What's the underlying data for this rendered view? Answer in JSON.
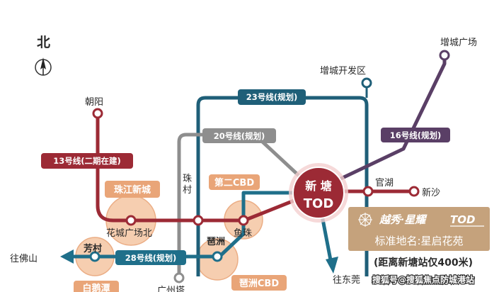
{
  "compass": {
    "label": "北",
    "icon": "north-arrow-icon"
  },
  "lines": {
    "l13": {
      "tag": "13号线(二期在建)",
      "color": "#9c2a35"
    },
    "l23": {
      "tag": "23号线(规划)",
      "color": "#1f5f78"
    },
    "l20": {
      "tag": "20号线(规划)",
      "color": "#8e8e8e"
    },
    "l16": {
      "tag": "16号线(规划)",
      "color": "#5a3f66"
    },
    "l28": {
      "tag": "28号线(规划)",
      "color": "#1f6f8a"
    }
  },
  "stations": {
    "zengcheng_square": "增城广场",
    "zengcheng_dev": "增城开发区",
    "chaoyang": "朝阳",
    "guanhu": "官湖",
    "xinsha": "新沙",
    "zhucun": "珠\n村",
    "yuzhu": "鱼珠",
    "pazhou": "琶洲",
    "fangcun": "芳村",
    "huacheng_square_north": "花城广场北",
    "wang_foshan": "往佛山",
    "wang_dongguan": "往东莞",
    "guangzhou_tower": "广州塔",
    "xintang_tod": {
      "line1": "新 塘",
      "line2": "TOD"
    }
  },
  "districts": {
    "zhujiang_newtown": "珠江新城",
    "second_cbd": "第二CBD",
    "pazhou_cbd": "琶洲CBD",
    "baietan": "白鹅潭"
  },
  "project": {
    "brand": "越秀·星耀",
    "brand_tod": "TOD",
    "std_name": "标准地名:星启花苑",
    "distance": "(距离新塘站仅400米)"
  },
  "watermark": "搜狐号@搜狐焦点防城港站"
}
